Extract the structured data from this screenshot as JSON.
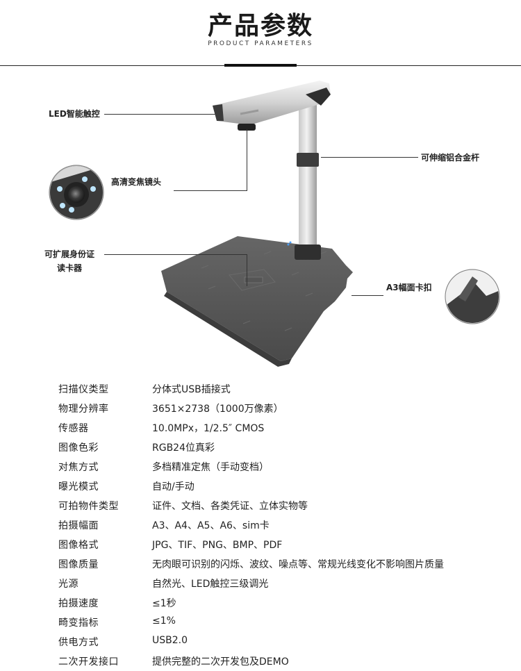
{
  "header": {
    "title": "产品参数",
    "subtitle": "PRODUCT PARAMETERS"
  },
  "callouts": {
    "led_touch": "LED智能触控",
    "hd_lens": "高清变焦镜头",
    "telescopic_rod": "可伸缩铝合金杆",
    "id_reader_line1": "可扩展身份证",
    "id_reader_line2": "读卡器",
    "a3_clip": "A3幅面卡扣"
  },
  "specs": [
    {
      "label": "扫描仪类型",
      "value": "分体式USB插接式"
    },
    {
      "label": "物理分辨率",
      "value": "3651×2738（1000万像素）"
    },
    {
      "label": "传感器",
      "value": "10.0MPx，1/2.5″ CMOS"
    },
    {
      "label": "图像色彩",
      "value": "RGB24位真彩"
    },
    {
      "label": "对焦方式",
      "value": "多档精准定焦（手动变档）"
    },
    {
      "label": "曝光模式",
      "value": "自动/手动"
    },
    {
      "label": "可拍物件类型",
      "value": "证件、文档、各类凭证、立体实物等"
    },
    {
      "label": "拍摄幅面",
      "value": "A3、A4、A5、A6、sim卡"
    },
    {
      "label": "图像格式",
      "value": "JPG、TIF、PNG、BMP、PDF"
    },
    {
      "label": "图像质量",
      "value": "无肉眼可识别的闪烁、波纹、噪点等、常规光线变化不影响图片质量"
    },
    {
      "label": "光源",
      "value": "自然光、LED触控三级调光"
    },
    {
      "label": "拍摄速度",
      "value": "≤1秒"
    },
    {
      "label": "畸变指标",
      "value": "≤1%"
    },
    {
      "label": "供电方式",
      "value": "USB2.0"
    },
    {
      "label": "二次开发接口",
      "value": "提供完整的二次开发包及DEMO"
    }
  ]
}
